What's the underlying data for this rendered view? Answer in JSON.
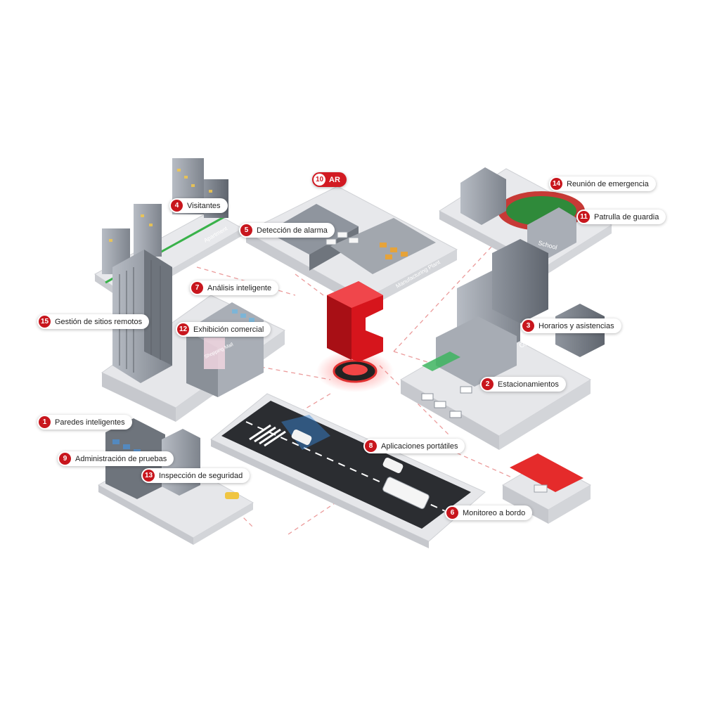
{
  "colors": {
    "accent": "#c8161d",
    "platform": "#e4e5e8",
    "building": "#9ea3ab",
    "road": "#2b2d31"
  },
  "ar_tag": {
    "number": "10",
    "text": "AR"
  },
  "signs": {
    "apartment": "Apartment",
    "manufacturing": "Manufacturing Plant",
    "school": "School",
    "office": "Office",
    "shopping": "Shopping Mall"
  },
  "labels": [
    {
      "id": "1",
      "text": "Paredes inteligentes"
    },
    {
      "id": "2",
      "text": "Estacionamientos"
    },
    {
      "id": "3",
      "text": "Horarios y asistencias"
    },
    {
      "id": "4",
      "text": "Visitantes"
    },
    {
      "id": "5",
      "text": "Detección de alarma"
    },
    {
      "id": "6",
      "text": "Monitoreo a bordo"
    },
    {
      "id": "7",
      "text": "Análisis inteligente"
    },
    {
      "id": "8",
      "text": "Aplicaciones portátiles"
    },
    {
      "id": "9",
      "text": "Administración de pruebas"
    },
    {
      "id": "11",
      "text": "Patrulla de guardia"
    },
    {
      "id": "12",
      "text": "Exhibición comercial"
    },
    {
      "id": "13",
      "text": "Inspección de seguridad"
    },
    {
      "id": "14",
      "text": "Reunión de emergencia"
    },
    {
      "id": "15",
      "text": "Gestión de sitios remotos"
    }
  ]
}
